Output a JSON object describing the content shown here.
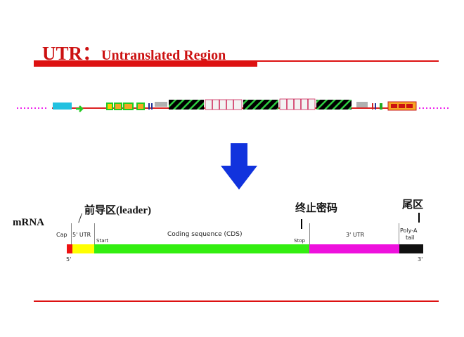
{
  "slide": {
    "title_main": "UTR：",
    "title_sub": "Untranslated Region"
  },
  "labels": {
    "mrna": "mRNA",
    "leader": "前导区(leader)",
    "stop_codon": "终止密码",
    "tail_region": "尾区"
  },
  "mrna_map": {
    "cap": "Cap",
    "utr5": "5' UTR",
    "start": "Start",
    "cds": "Coding sequence (CDS)",
    "stop": "Stop",
    "utr3": "3' UTR",
    "polya_line1": "Poly-A",
    "polya_line2": "tail",
    "end5": "5'",
    "end3": "3'"
  },
  "colors": {
    "title_red": "#cc1111",
    "rule_red": "#dd1111",
    "cap": "#ee1111",
    "utr5": "#ffff00",
    "cds": "#33ee11",
    "utr3": "#ee11dd",
    "polya": "#111111",
    "arrow_blue": "#1133dd",
    "dots_magenta": "#ee22ee"
  }
}
